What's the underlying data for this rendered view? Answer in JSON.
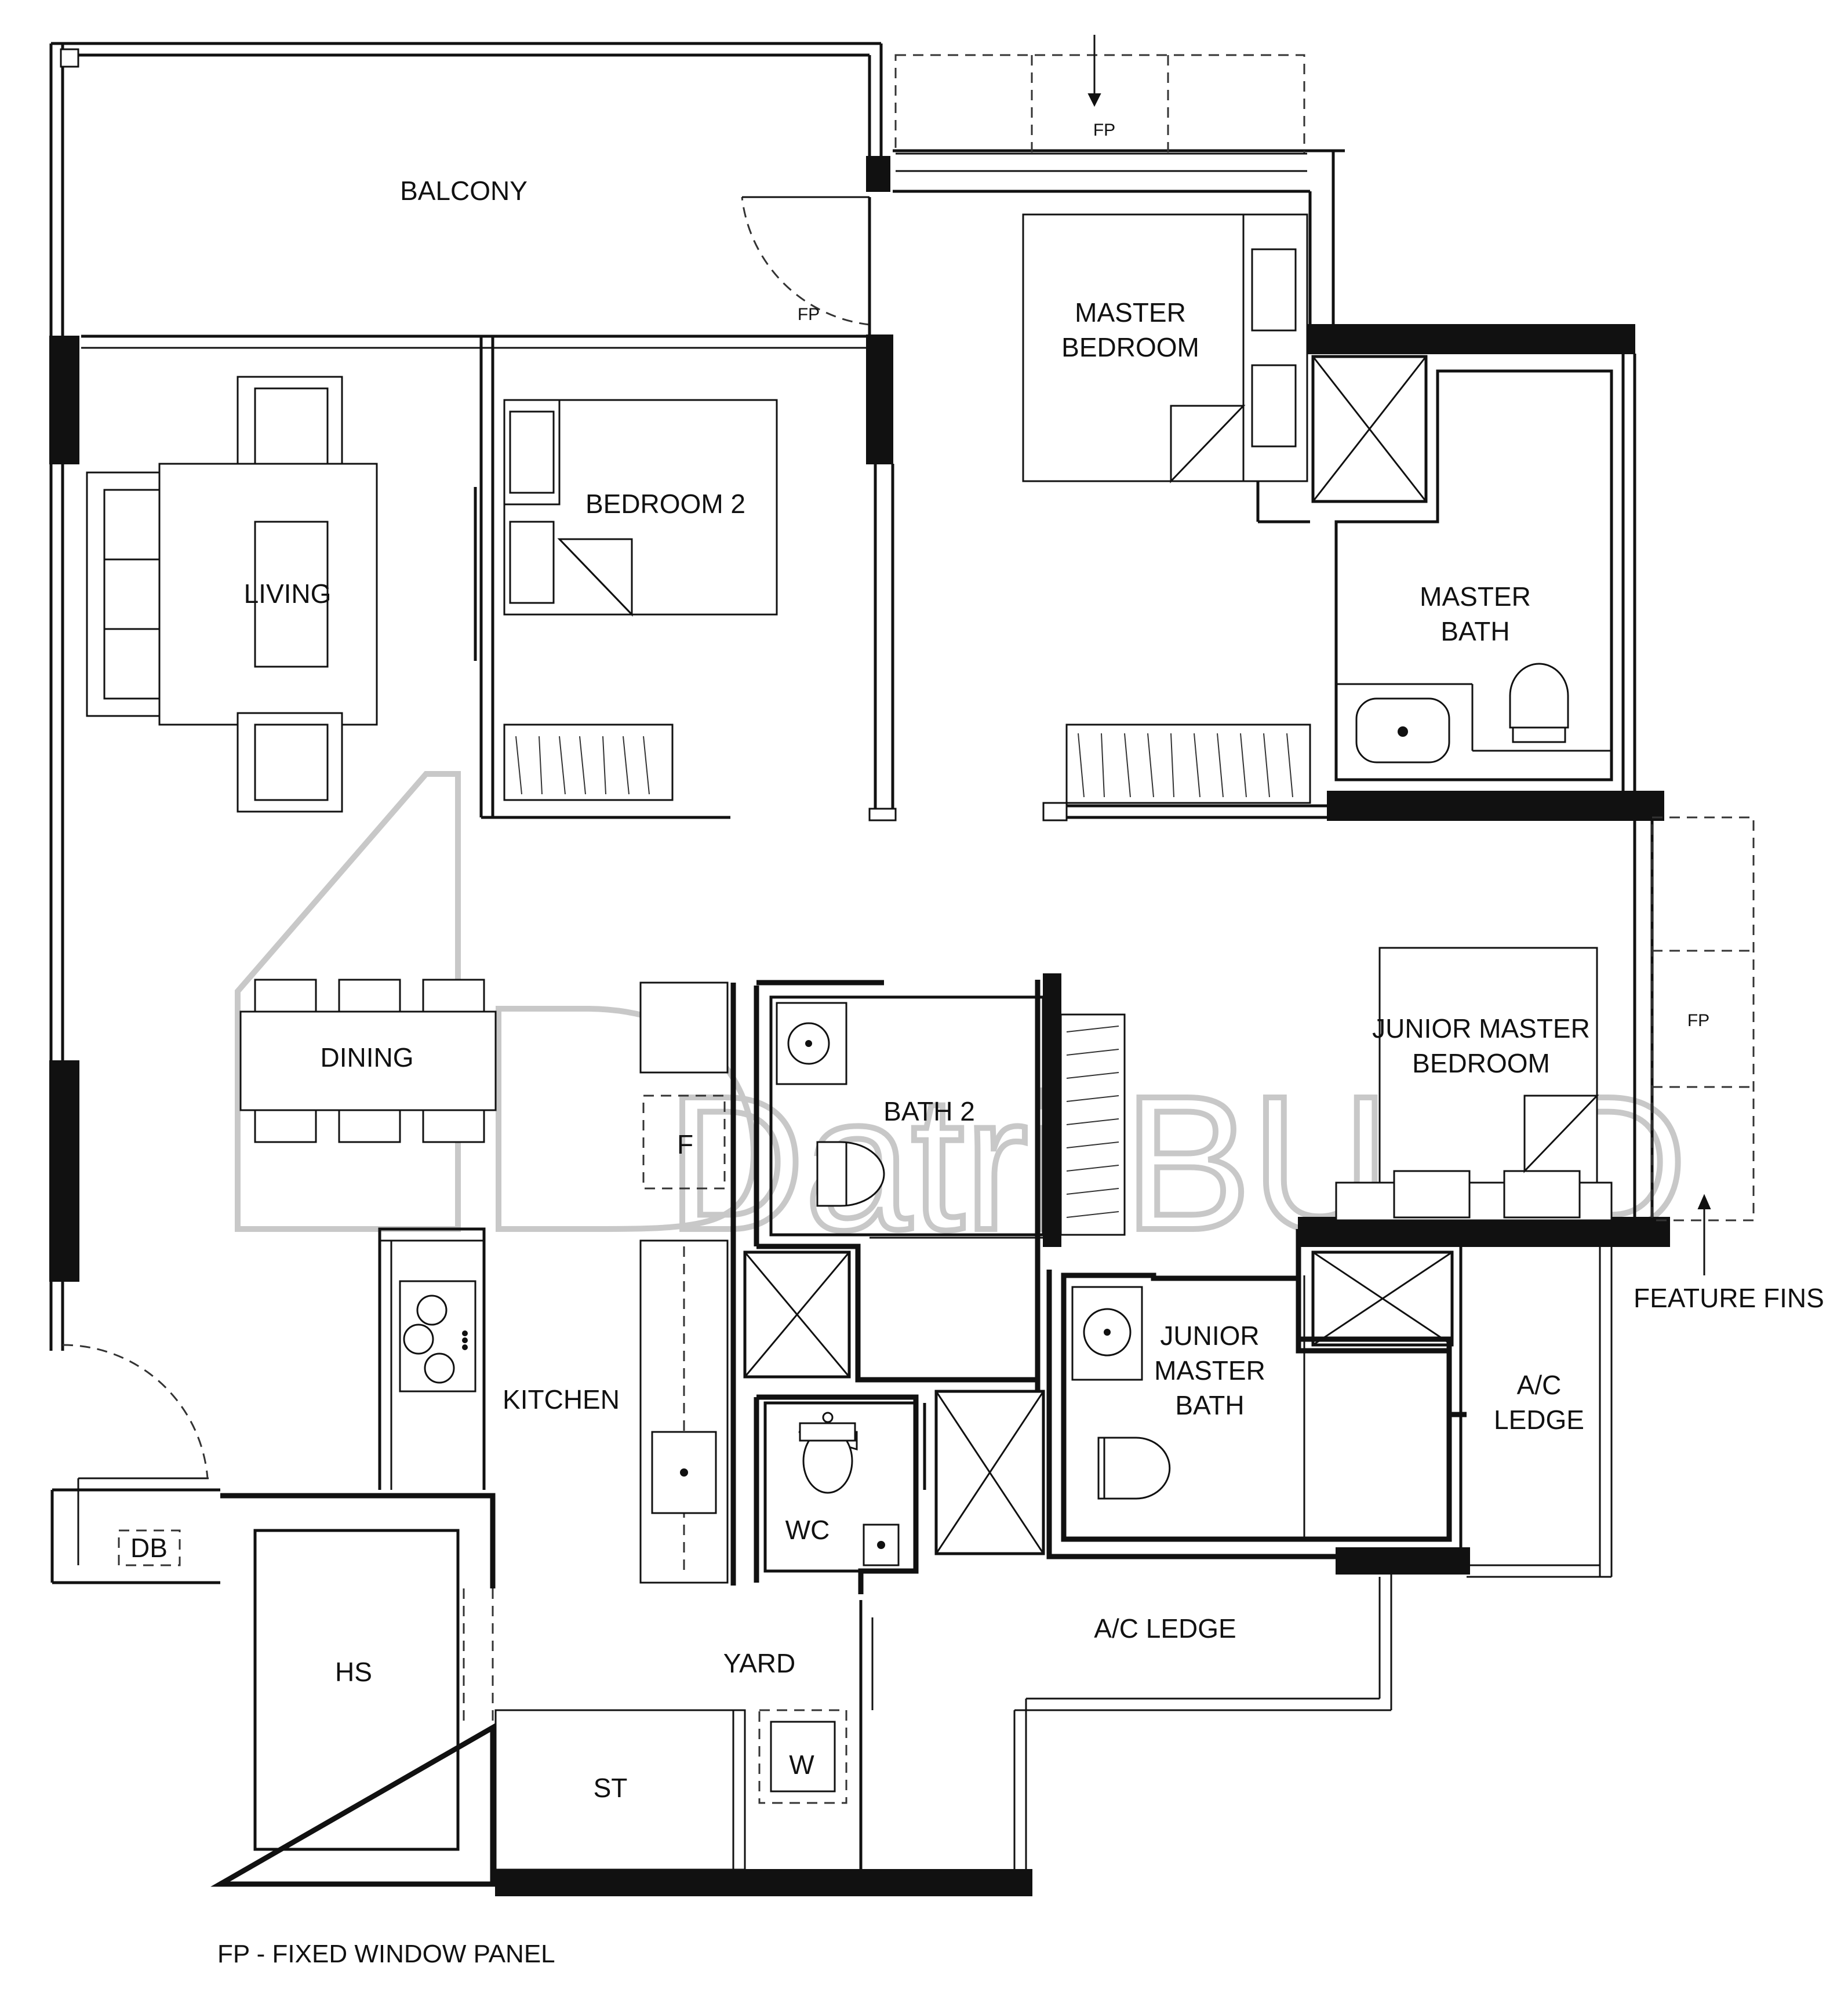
{
  "rooms": {
    "balcony": "BALCONY",
    "living": "LIVING",
    "bedroom2": "BEDROOM 2",
    "master_bedroom_1": "MASTER",
    "master_bedroom_2": "BEDROOM",
    "master_bath_1": "MASTER",
    "master_bath_2": "BATH",
    "dining": "DINING",
    "bath2": "BATH 2",
    "junior_master_bedroom_1": "JUNIOR MASTER",
    "junior_master_bedroom_2": "BEDROOM",
    "junior_master_bath_1": "JUNIOR",
    "junior_master_bath_2": "MASTER",
    "junior_master_bath_3": "BATH",
    "kitchen": "KITCHEN",
    "wc": "WC",
    "yard": "YARD",
    "hs": "HS",
    "st": "ST",
    "ac_ledge_right_1": "A/C",
    "ac_ledge_right_2": "LEDGE",
    "ac_ledge_bottom": "A/C LEDGE",
    "fridge": "F",
    "washer": "W",
    "db": "DB"
  },
  "annotations": {
    "fp_top": "FP",
    "fp_balcony_door": "FP",
    "fp_right": "FP",
    "feature_fins": "FEATURE FINS"
  },
  "legend": "FP - FIXED WINDOW PANEL",
  "watermark": "Datri.BUILD"
}
